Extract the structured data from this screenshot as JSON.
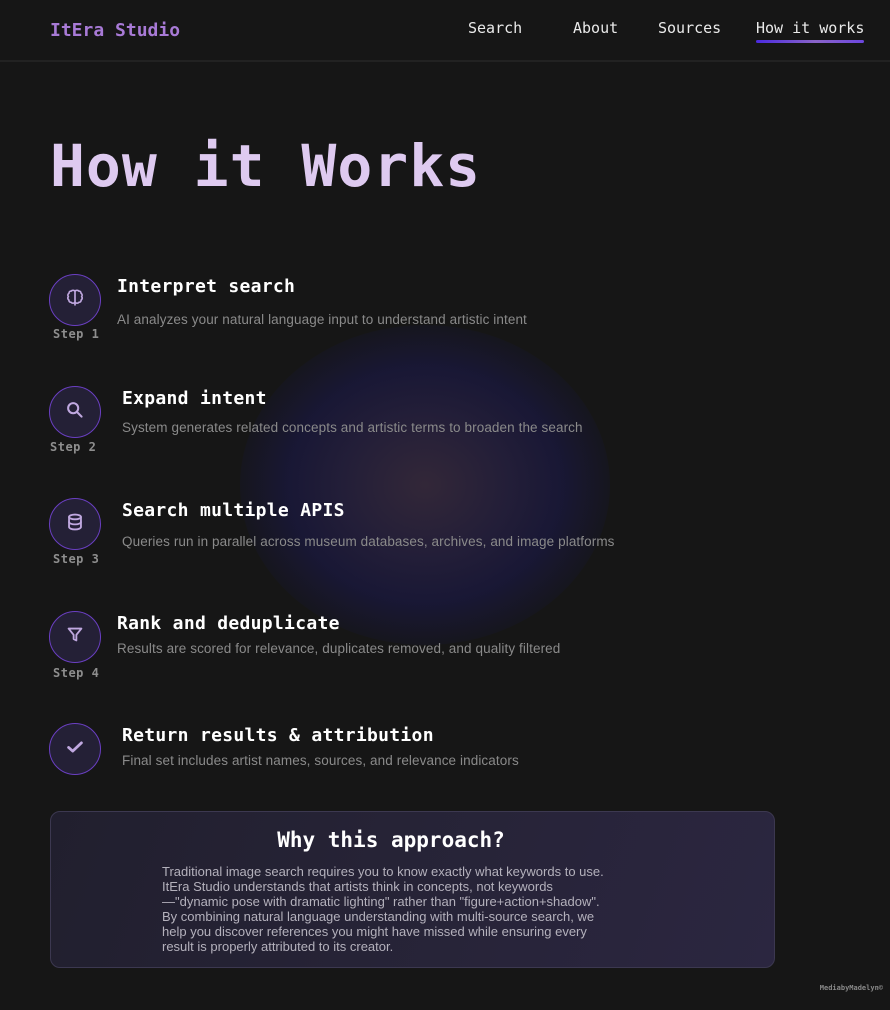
{
  "header": {
    "brand": "ItEra Studio",
    "nav": [
      {
        "label": "Search",
        "active": false
      },
      {
        "label": "About",
        "active": false
      },
      {
        "label": "Sources",
        "active": false
      },
      {
        "label": "How it works",
        "active": true
      }
    ]
  },
  "page": {
    "title": "How it Works"
  },
  "steps": [
    {
      "icon": "brain-icon",
      "step_label": "Step 1",
      "title": "Interpret search",
      "description": "AI analyzes your natural language input to understand artistic intent"
    },
    {
      "icon": "search-icon",
      "step_label": "Step 2",
      "title": "Expand intent",
      "description": "System generates related concepts and artistic terms to broaden the search"
    },
    {
      "icon": "database-icon",
      "step_label": "Step 3",
      "title": "Search multiple APIS",
      "description": "Queries run in parallel across museum databases, archives, and image platforms"
    },
    {
      "icon": "filter-icon",
      "step_label": "Step 4",
      "title": "Rank and deduplicate",
      "description": "Results are scored for relevance, duplicates removed, and quality filtered"
    },
    {
      "icon": "check-icon",
      "step_label": "",
      "title": "Return results & attribution",
      "description": "Final set includes artist names, sources, and relevance indicators"
    }
  ],
  "why": {
    "title": "Why this approach?",
    "lines": [
      "Traditional image search requires you to know exactly what keywords to use.",
      "ItEra Studio understands that artists think in concepts, not keywords",
      "—\"dynamic pose with dramatic lighting\" rather than \"figure+action+shadow\".",
      "By combining natural language understanding with multi-source search, we",
      "help you discover references you might have missed while ensuring every",
      "result is properly attributed to its creator."
    ]
  },
  "footer": {
    "credit": "MediabyMadelyn©"
  },
  "colors": {
    "background": "#161616",
    "brand": "#a87ad6",
    "title": "#decaf0",
    "accent_border": "#6a3fc2",
    "circle_fill": "#242036",
    "icon": "#c0a8e0",
    "underline_start": "#4a2ae0",
    "underline_end": "#8a64c8"
  }
}
